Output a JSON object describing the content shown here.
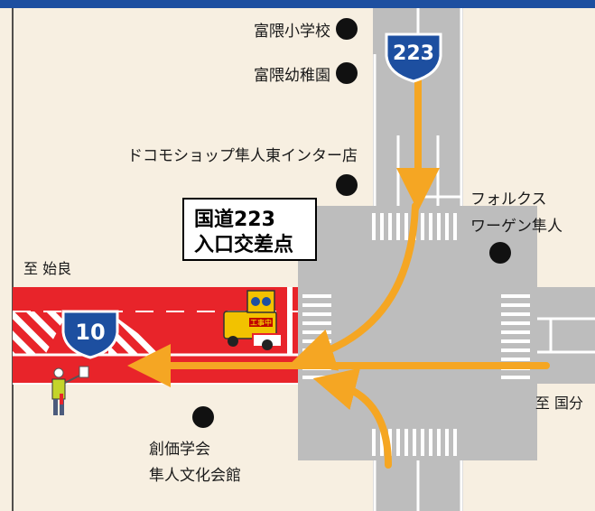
{
  "colors": {
    "land": "#f7efe1",
    "road": "#bdbdbd",
    "road_dark": "#a9a9a9",
    "restricted_lane": "#e8242a",
    "route_arrow": "#f5a623",
    "landmark_dot": "#111111",
    "shield_blue": "#1d4fa0",
    "header": "#1d4fa0"
  },
  "routes": {
    "route_223": "223",
    "route_10": "10"
  },
  "landmarks": {
    "tomikuma_elementary": "富隈小学校",
    "tomikuma_kindergarten": "富隈幼稚園",
    "docomo_shop": "ドコモショップ隼人東インター店",
    "volkswagen_line1": "フォルクス",
    "volkswagen_line2": "ワーゲン隼人",
    "soka_gakkai_line1": "創価学会",
    "soka_gakkai_line2": "隼人文化会館"
  },
  "intersection_sign": {
    "line1": "国道223",
    "line2": "入口交差点"
  },
  "directions": {
    "to_aira": "至 始良",
    "to_kokubu": "至 国分"
  },
  "construction": {
    "truck_sign": "工事中"
  }
}
